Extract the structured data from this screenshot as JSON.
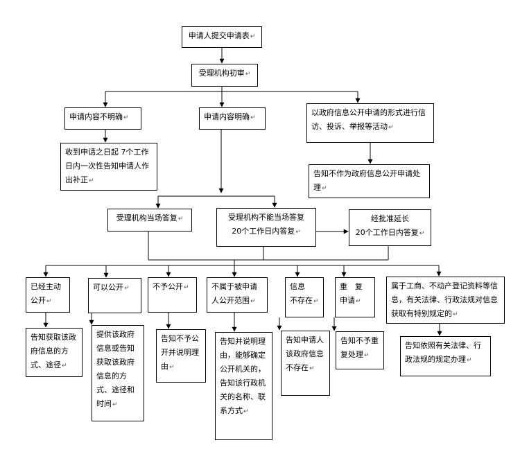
{
  "nodes": {
    "submit": "申请人提交申请表",
    "initial_review": "受理机构初审",
    "unclear": "申请内容不明确",
    "clear": "申请内容明确",
    "petition": "以政府信息公开申请的形式进行信访、投诉、举报等活动",
    "notify_supplement": "收到申请之日起 7个工作日内一次性告知申请人作出补正",
    "not_gov_info": "告知不作为政府信息公开申请处理",
    "reply_onsite": "受理机构当场答复",
    "reply_20days": "受理机构不能当场答复\n20个工作日内答复",
    "extension": "经批准延长\n20个工作日内答复",
    "already_public": "已经主动公开",
    "can_disclose": "可以公开",
    "not_disclose": "不予公开",
    "out_of_scope": "不属于被申请人公开范围",
    "not_exist": "信息\n不存在",
    "duplicate": "重　复\n申请",
    "special_rules": "属于工商、不动产登记资料等信息，有关法律、行政法规对信息获取有特别规定的",
    "inform_way": "告知获取该政府信息的方式、途径",
    "provide_info": "提供该政府信息或告知获取该政府信息的方式、途径和时间",
    "refuse_reason": "告知不予公开并说明理由",
    "inform_agency": "告知并说明理由，能够确定公开机关的，告知该行政机关的名称、联系方式",
    "inform_not_exist": "告知申请人该政府信息不存在",
    "refuse_duplicate": "告知不予重复处理",
    "follow_rules": "告知依照有关法律、行政法规的规定办理"
  }
}
